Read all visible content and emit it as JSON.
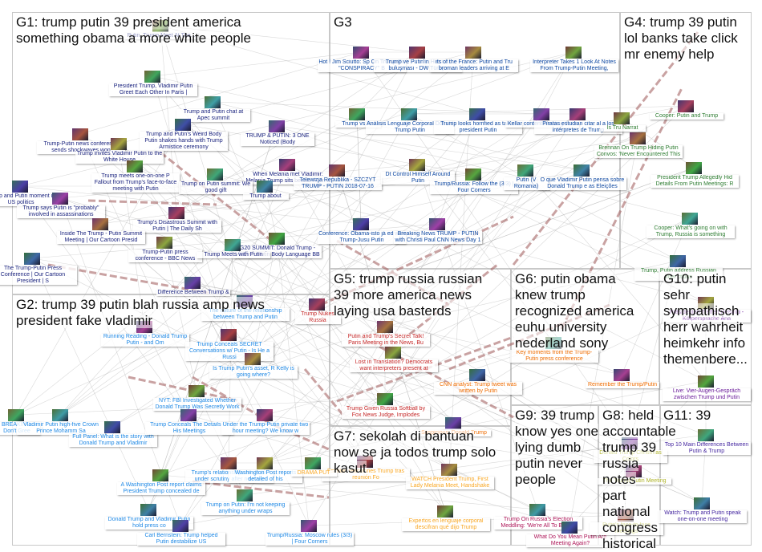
{
  "groups": [
    {
      "id": "g1",
      "title": "G1: trump putin 39 president america something obama a more white people",
      "color": "#1a237e"
    },
    {
      "id": "g2",
      "title": "G2: trump 39 putin blah russia amp news president fake vladimir",
      "color": "#1e88e5"
    },
    {
      "id": "g3",
      "title": "G3",
      "color": "#0d47a1"
    },
    {
      "id": "g4",
      "title": "G4: trump 39 putin lol banks take click mr enemy help",
      "color": "#2e7d32"
    },
    {
      "id": "g5",
      "title": "G5: trump russia russian 39 more america news laying usa basterds",
      "color": "#c62828"
    },
    {
      "id": "g6",
      "title": "G6: putin obama knew trump recognized america euhu university nederland sony",
      "color": "#ef6c00"
    },
    {
      "id": "g7",
      "title": "G7: sekolah di bantuan now se ja todos trump solo kasut",
      "color": "#f9a825"
    },
    {
      "id": "g8",
      "title": "G8: held accountable trump 39 russia notes part national congress historical",
      "color": "#afb42b"
    },
    {
      "id": "g9",
      "title": "G9: 39 trump know yes one lying dumb putin never people",
      "color": "#ad1457"
    },
    {
      "id": "g10",
      "title": "G10: putin sehr sympathisch herr wahrheit heimkehr info themenbere...",
      "color": "#6a1b9a"
    },
    {
      "id": "g11",
      "title": "G11: 39",
      "color": "#4527a0"
    }
  ],
  "nodes": [
    {
      "g": "g1",
      "label": "Putin, Trump Meet At The..."
    },
    {
      "g": "g1",
      "label": "President Trump, Vladimir Putin Greet Each Other In Paris |"
    },
    {
      "g": "g1",
      "label": "Trump and Putin chat at Apec summit"
    },
    {
      "g": "g1",
      "label": "Trump and Putin's Weird Body Putin shakes hands with Trump Armistice ceremony"
    },
    {
      "g": "g1",
      "label": "TRUMP & PUTIN: 3 ONE Noticed (Body"
    },
    {
      "g": "g1",
      "label": "When Melania met Vladimir: Melania Trump sits beside Putin a"
    },
    {
      "g": "g1",
      "label": "Trump-Putin news conference sends shockwaves won"
    },
    {
      "g": "g1",
      "label": "Trump invites Vladimir Putin to the White House"
    },
    {
      "g": "g1",
      "label": "Trump meets one-on-one P Fallout from Trump's face-to-face meeting with Putin"
    },
    {
      "g": "g1",
      "label": "Trump on Putin summit: We good gift"
    },
    {
      "g": "g1",
      "label": "Trump about"
    },
    {
      "g": "g1",
      "label": "Trump and Putin moment in US politics"
    },
    {
      "g": "g1",
      "label": "Trump says Putin is \"probably\" involved in assassinations"
    },
    {
      "g": "g1",
      "label": "Trump's Disastrous Summit with Putin | The Daily Sh"
    },
    {
      "g": "g1",
      "label": "Inside The Trump - Putin Summit Meeting | Our Cartoon Presid"
    },
    {
      "g": "g1",
      "label": "Trump-Putin press conference - BBC News"
    },
    {
      "g": "g1",
      "label": "G20 SUMMIT: Donald Trump - Vladimir Putin Body Language BB"
    },
    {
      "g": "g1",
      "label": "Trump Meets with Putin"
    },
    {
      "g": "g1",
      "label": "The Trump-Putin Press Conference | Our Cartoon President | S"
    },
    {
      "g": "g1",
      "label": "Difference Between Trump &"
    },
    {
      "g": "g3",
      "label": "Hot ! Jim Sciutto: Sp On Trump-Pu \"CONSPIRACY\" B"
    },
    {
      "g": "g3",
      "label": "Trump ve Putin'in Helsinki buluşması - DW Türkçe"
    },
    {
      "g": "g3",
      "label": "its of the France: Putin and Tru broman leaders arriving at E"
    },
    {
      "g": "g3",
      "label": "Interpreter Takes 1 Look At Notes From Trump-Putin Meeting,"
    },
    {
      "g": "g3",
      "label": "Trump vs Pu"
    },
    {
      "g": "g3",
      "label": "Análisis Lenguaje Corporal Donald Trump Putin"
    },
    {
      "g": "g3",
      "label": "Trump looks horrified as takes president Putin"
    },
    {
      "g": "g3",
      "label": "Kellar content Meeting Secr"
    },
    {
      "g": "g3",
      "label": "Piratas estudian citar al a los intérpretes de Trump"
    },
    {
      "g": "g3",
      "label": "Telewizja Republika - SZCZYT TRUMP - PUTIN 2018-07-16"
    },
    {
      "g": "g3",
      "label": "Dt Control Himself Around Putin"
    },
    {
      "g": "g3",
      "label": "Trump/Russia: Follow the (3/3) | Four Corners"
    },
    {
      "g": "g3",
      "label": "Putin (V Romania)"
    },
    {
      "g": "g3",
      "label": "O que Vladimir Putin pensa sobre Donald Trump e as Eleições"
    },
    {
      "g": "g3",
      "label": "Conference: Obama-isto já ed with Trump-Jusu Putin"
    },
    {
      "g": "g3",
      "label": "Breaking News TRUMP - PUTIN with Christi Paul CNN News Day 1"
    },
    {
      "g": "g4",
      "label": "Cooper: Putin and Trump"
    },
    {
      "g": "g4",
      "label": "Brennan On Trump Hiding Putin Convos: 'Never Encountered This"
    },
    {
      "g": "g4",
      "label": "Is Tru Narrat"
    },
    {
      "g": "g4",
      "label": "President Trump Allegedly Hid Details From Putin Meetings: R"
    },
    {
      "g": "g4",
      "label": "Cooper: What's going on with Trump, Russia is something"
    },
    {
      "g": "g4",
      "label": "Trump, Putin address Russian inter ctions"
    },
    {
      "g": "g2",
      "label": "The nature of the relationship between Trump and Putin"
    },
    {
      "g": "g2",
      "label": "Running Reading - Donald Trump Putin - and Om"
    },
    {
      "g": "g2",
      "label": "Trump Conceals SECRET Conversations w/ Putin - Is He a Russi"
    },
    {
      "g": "g2",
      "label": "Is Trump Putin's asset, R Kelly is going where?"
    },
    {
      "g": "g2",
      "label": "NYT: FBI Investigated Whether Donald Trump Was Secretly Work"
    },
    {
      "g": "g2",
      "label": "BREAKING: Don't Gree"
    },
    {
      "g": "g2",
      "label": "Vladimir Putin high-five Crown Prince Mohamm Sa"
    },
    {
      "g": "g2",
      "label": "Full Panel: What is the story with Donald Trump and Vladimir"
    },
    {
      "g": "g2",
      "label": "Trump Conceals The Details Of His Meetings"
    },
    {
      "g": "g2",
      "label": "Under the Trump-Putin private two hour meeting? We know w"
    },
    {
      "g": "g2",
      "label": "Trump's relationship with Putin under scrutiny after new rep"
    },
    {
      "g": "g2",
      "label": "Washington Post reports detailed of his"
    },
    {
      "g": "g2",
      "label": "A Washington Post report claims President Trump concealed de"
    },
    {
      "g": "g2",
      "label": "Trump on Putin: I'm not keeping anything under wraps"
    },
    {
      "g": "g2",
      "label": "Donald Trump and Vladimir Putin hold press co"
    },
    {
      "g": "g2",
      "label": "Carl Bernstein: Trump helped Putin destabilize US"
    },
    {
      "g": "g2",
      "label": "Trump/Russia: Moscow rules (3/3) | Four Corners"
    },
    {
      "g": "g5",
      "label": "Trump Nukes Russia"
    },
    {
      "g": "g5",
      "label": "Putin and Trump's Secret Talk! Paris Meeting in the News, Bu"
    },
    {
      "g": "g5",
      "label": "Lost in Translation? Democrats want interpreters present at"
    },
    {
      "g": "g5",
      "label": "Trump Given Russia Softball by Fox News Judge, Implodes"
    },
    {
      "g": "g6",
      "label": "Key moments from the Trump-Putin press conference"
    },
    {
      "g": "g6",
      "label": "CNN analyst: Trump tweet was written by Putin"
    },
    {
      "g": "g6",
      "label": "Suspicious: Donald Trump"
    },
    {
      "g": "g6",
      "label": "Remember the Trump/Putin"
    },
    {
      "g": "g7",
      "label": "Estallan reacciones Trump tras reunión Fo"
    },
    {
      "g": "g7",
      "label": "WATCH President Trump, First Lady Melania Meet, Handshake"
    },
    {
      "g": "g7",
      "label": "Expertos en lenguaje corporal descifran qué dijo Trump"
    },
    {
      "g": "g7",
      "label": "DRAMA PUT"
    },
    {
      "g": "g9",
      "label": "Trump On Russia's Election Meddling: 'We're All To Blame'"
    },
    {
      "g": "g9",
      "label": "What Do You Mean Putin Are Meeting Again?"
    },
    {
      "g": "g8",
      "label": "Donald Trump Christmas Colors"
    },
    {
      "g": "g8",
      "label": "The Trump-Putin Meeting"
    },
    {
      "g": "g8",
      "label": "Putin's face-to-face meetings"
    },
    {
      "g": "g10",
      "label": "Präsidenten-Treffen Helsinki - Körpersprache Ana"
    },
    {
      "g": "g10",
      "label": "Live: Vier-Augen-Gespräch zwischen Trump und Putin"
    },
    {
      "g": "g11",
      "label": "Top 10 Main Differences Between Putin & Trump"
    },
    {
      "g": "g11",
      "label": "Watch: Trump and Putin speak one-on-one meeting"
    }
  ]
}
